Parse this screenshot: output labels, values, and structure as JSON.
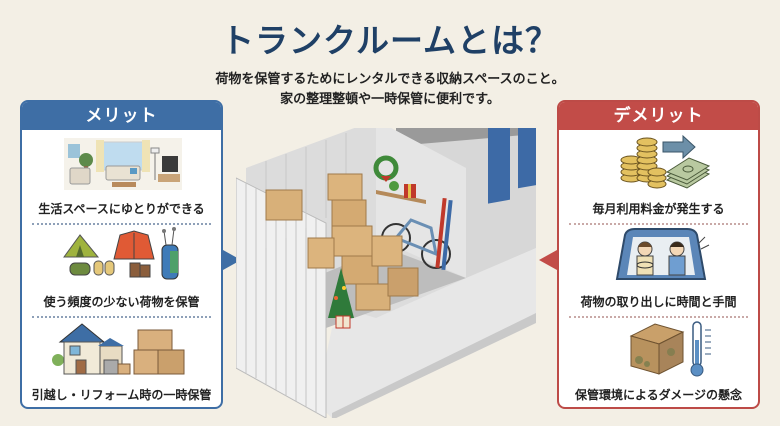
{
  "header": {
    "title": "トランクルームとは？",
    "subtitle_line1": "荷物を保管するためにレンタルできる収納スペースのこと。",
    "subtitle_line2": "家の整理整頓や一時保管に便利です。"
  },
  "merit": {
    "title": "メリット",
    "color": "#3e6ea5",
    "items": [
      {
        "label": "生活スペースにゆとりができる",
        "icon": "living-room-icon"
      },
      {
        "label": "使う頻度の少ない荷物を保管",
        "icon": "seasonal-items-icon"
      },
      {
        "label": "引越し・リフォーム時の一時保管",
        "icon": "house-boxes-icon"
      }
    ]
  },
  "demerit": {
    "title": "デメリット",
    "color": "#c24c48",
    "items": [
      {
        "label": "毎月利用料金が発生する",
        "icon": "coins-money-icon"
      },
      {
        "label": "荷物の取り出しに時間と手間",
        "icon": "car-drive-icon"
      },
      {
        "label": "保管環境によるダメージの懸念",
        "icon": "damaged-box-thermometer-icon"
      }
    ]
  },
  "illustration": {
    "name": "storage-unit-illustration"
  }
}
